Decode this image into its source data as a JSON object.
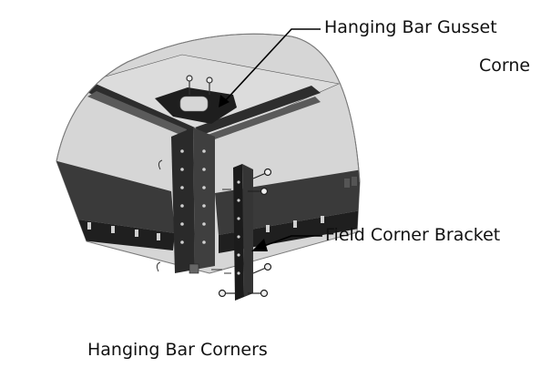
{
  "diagram": {
    "callouts": {
      "gusset": "Hanging Bar Gusset",
      "gusset_continued": "Corne",
      "field_bracket": "Field Corner Bracket"
    },
    "caption": "Hanging Bar Corners"
  }
}
